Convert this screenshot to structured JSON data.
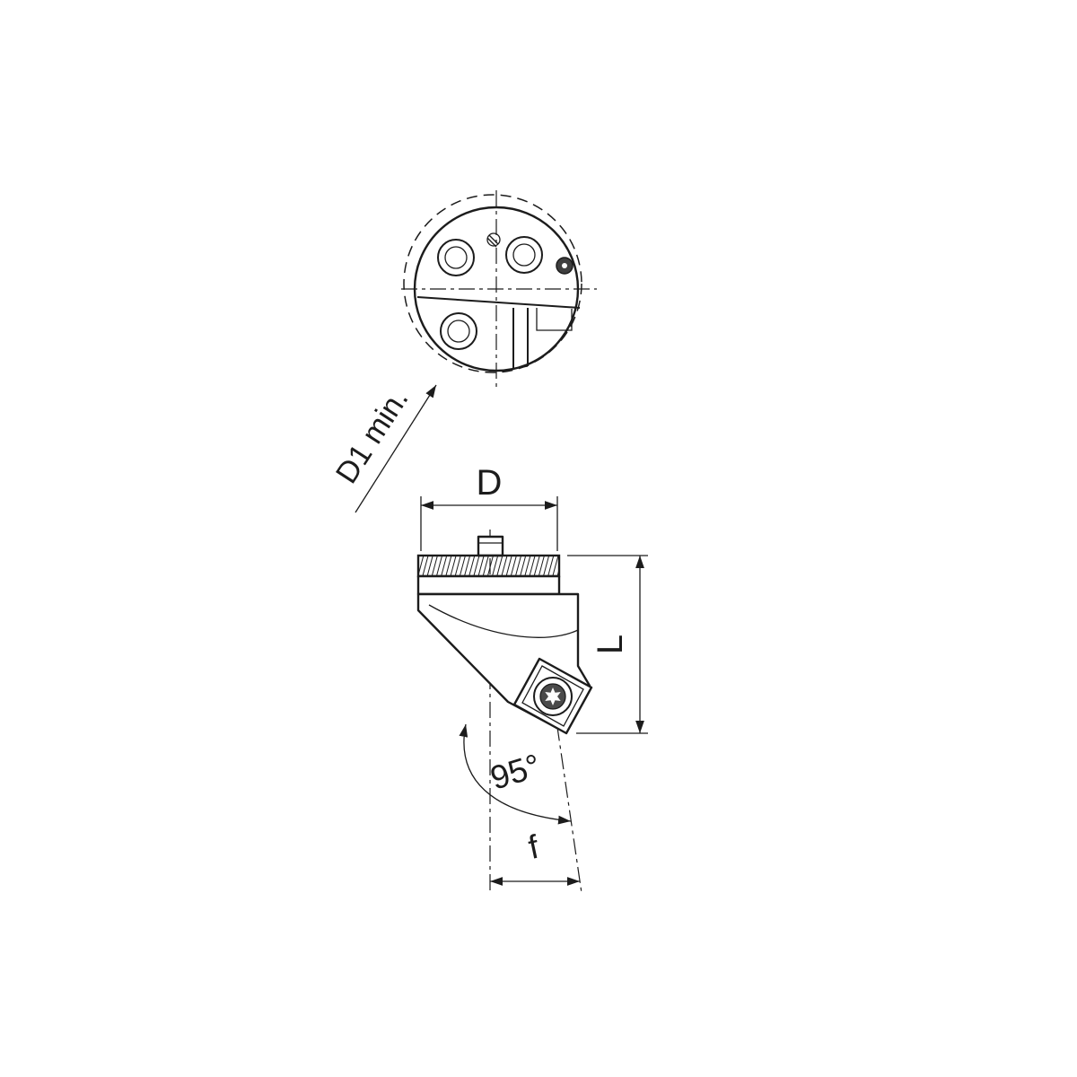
{
  "drawing": {
    "labels": {
      "d1_min": "D1 min.",
      "diameter": "D",
      "length": "L",
      "angle": "95°",
      "feed": "f"
    },
    "colors": {
      "line": "#1c1c1c",
      "background": "#ffffff"
    }
  }
}
